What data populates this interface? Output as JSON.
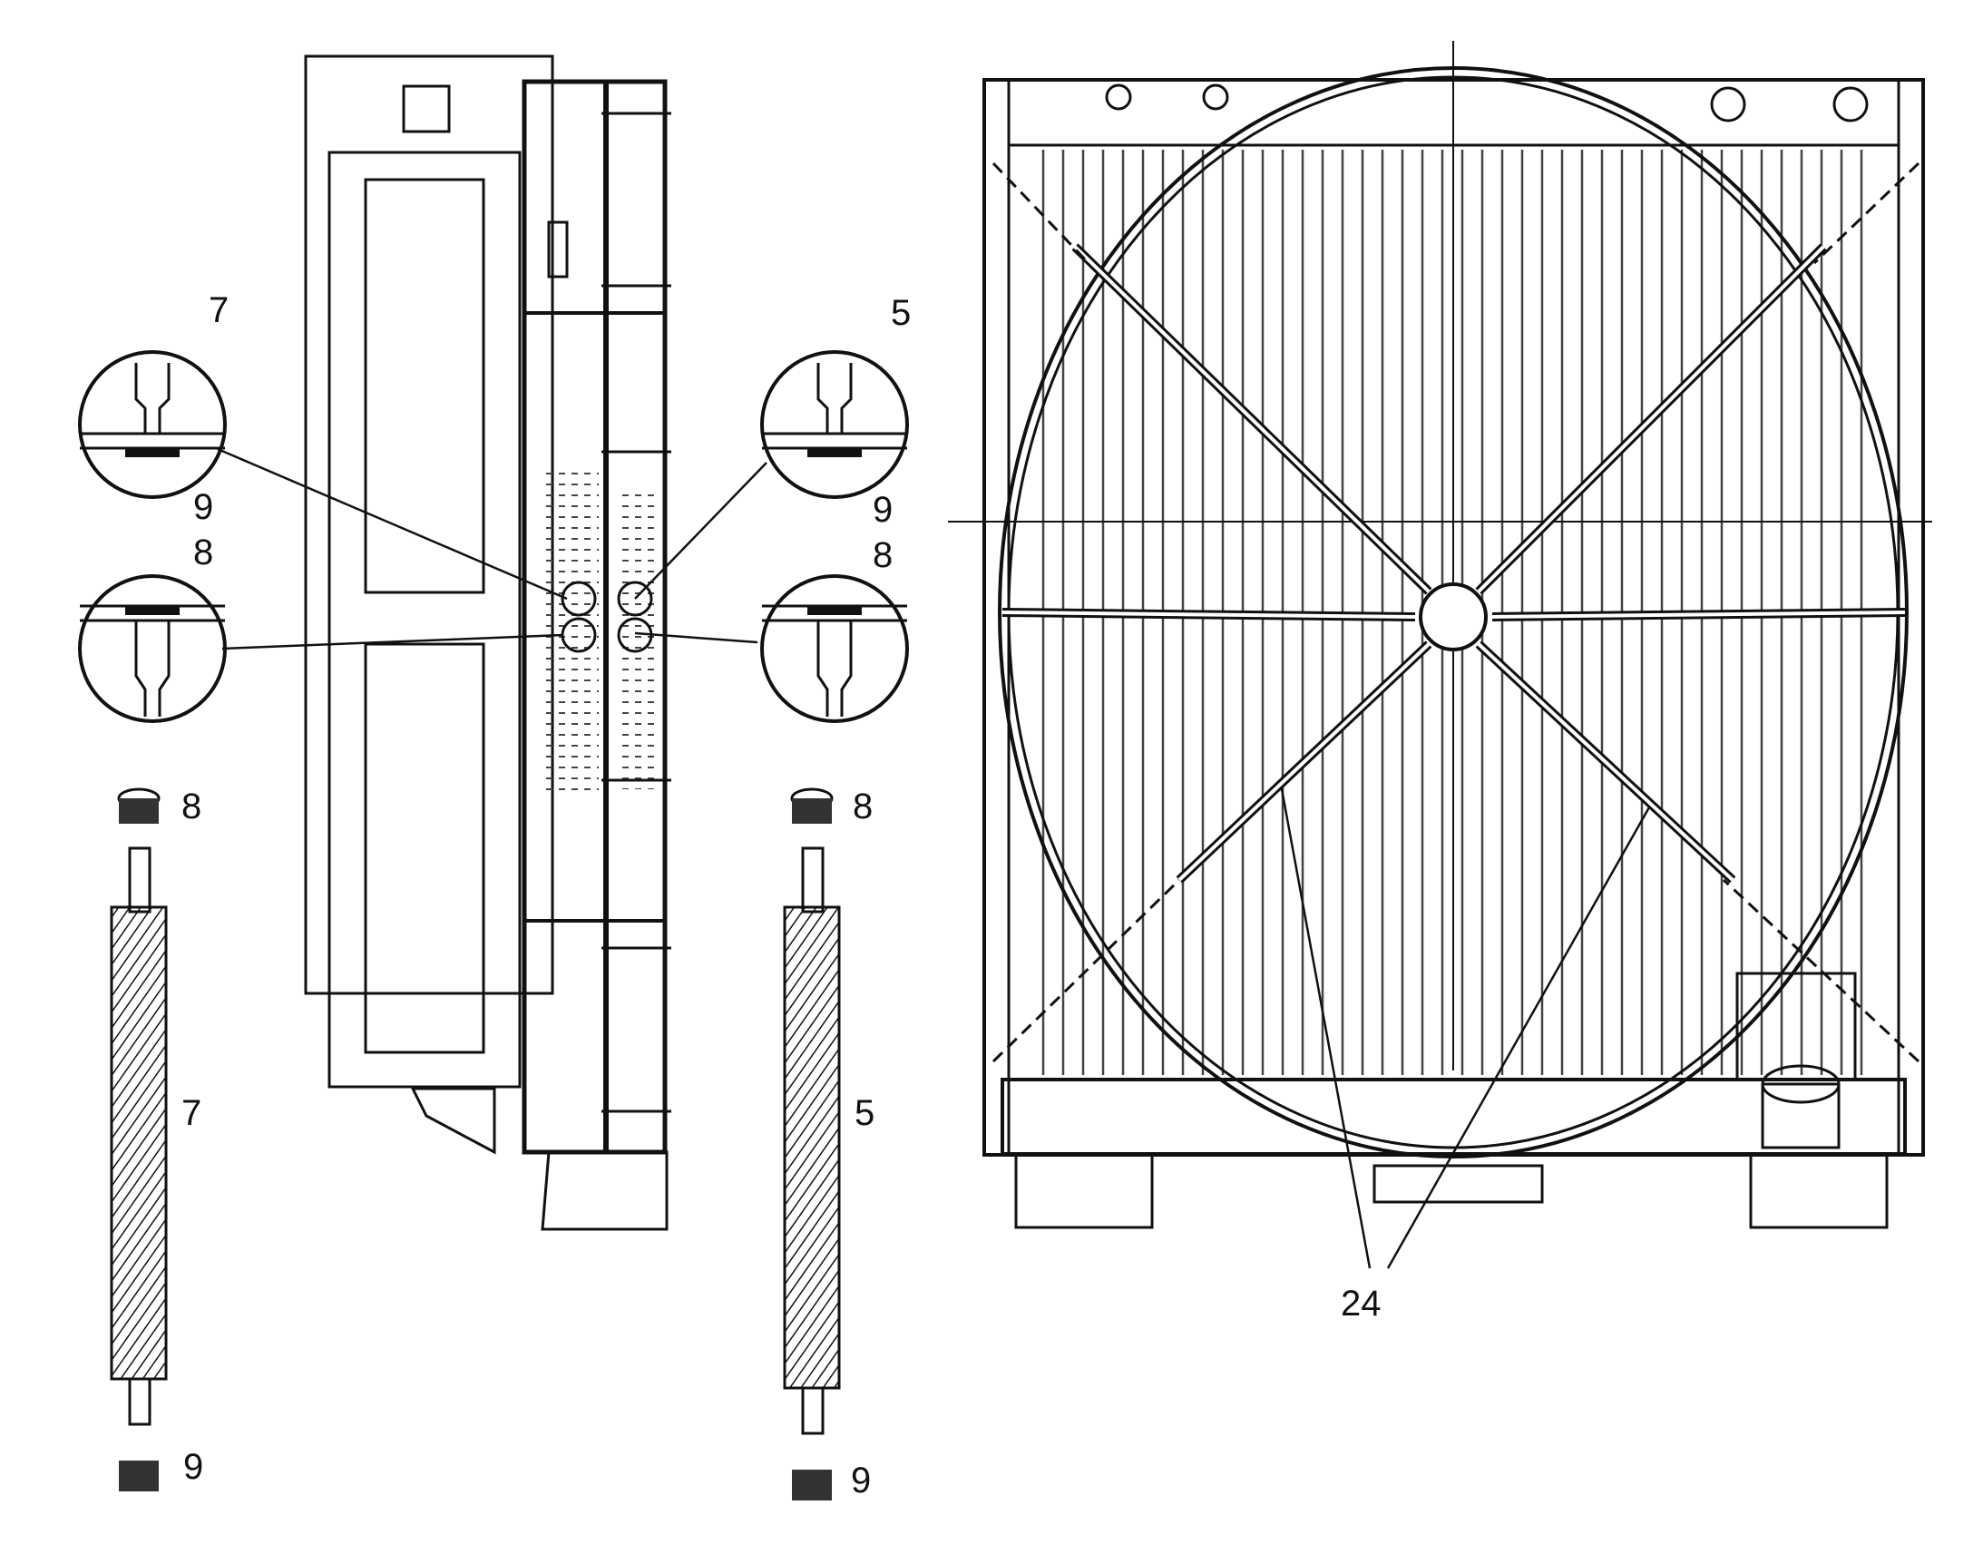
{
  "diagram": {
    "colors": {
      "ink": "#111111",
      "paper": "#ffffff"
    },
    "labels": {
      "detail_tl_top": "7",
      "detail_tl_bottom": "9",
      "detail_bl_top": "8",
      "detail_tr_top": "5",
      "detail_tr_bottom": "9",
      "detail_br_top": "8",
      "left_grommet_top": "8",
      "left_tube": "7",
      "left_grommet_bottom": "9",
      "right_grommet_top": "8",
      "right_tube": "5",
      "right_grommet_bottom": "9",
      "fan_shroud_struts": "24"
    }
  }
}
